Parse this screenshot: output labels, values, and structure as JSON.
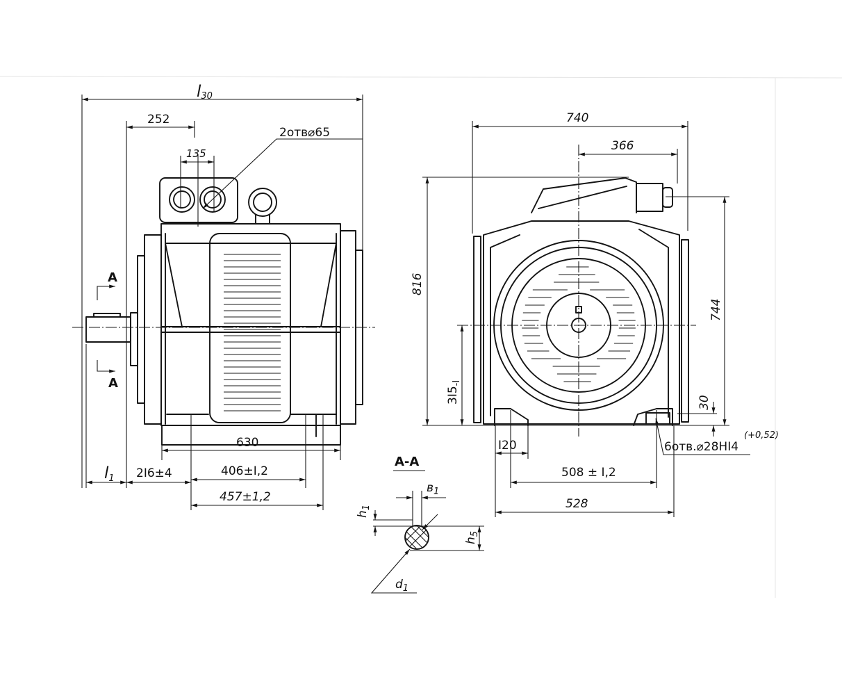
{
  "side_view": {
    "l30_main": "l",
    "l30_sub": "30",
    "d252": "252",
    "holes_note": "2отв⌀65",
    "d135": "135",
    "section_mark_top": "A",
    "section_mark_bottom": "A",
    "d630": "630",
    "l1_main": "l",
    "l1_sub": "1",
    "d216": "2I6±4",
    "d406": "406±I,2",
    "d457": "457±1,2"
  },
  "section": {
    "title": "A-A",
    "b1_main": "в",
    "b1_sub": "1",
    "h1_main": "h",
    "h1_sub": "1",
    "h5_main": "h",
    "h5_sub": "5",
    "d1_main": "d",
    "d1_sub": "1"
  },
  "front_view": {
    "d740": "740",
    "d366": "366",
    "d816": "816",
    "d744": "744",
    "d315_main": "3I5",
    "d315_tol": "-I",
    "d30": "30",
    "d120": "I20",
    "holes_note": "6отв.⌀28HI4",
    "holes_tol": "(+0,52)",
    "d508": "508 ± I,2",
    "d528": "528"
  },
  "colors": {
    "ink": "#141414",
    "paper": "#ffffff"
  }
}
